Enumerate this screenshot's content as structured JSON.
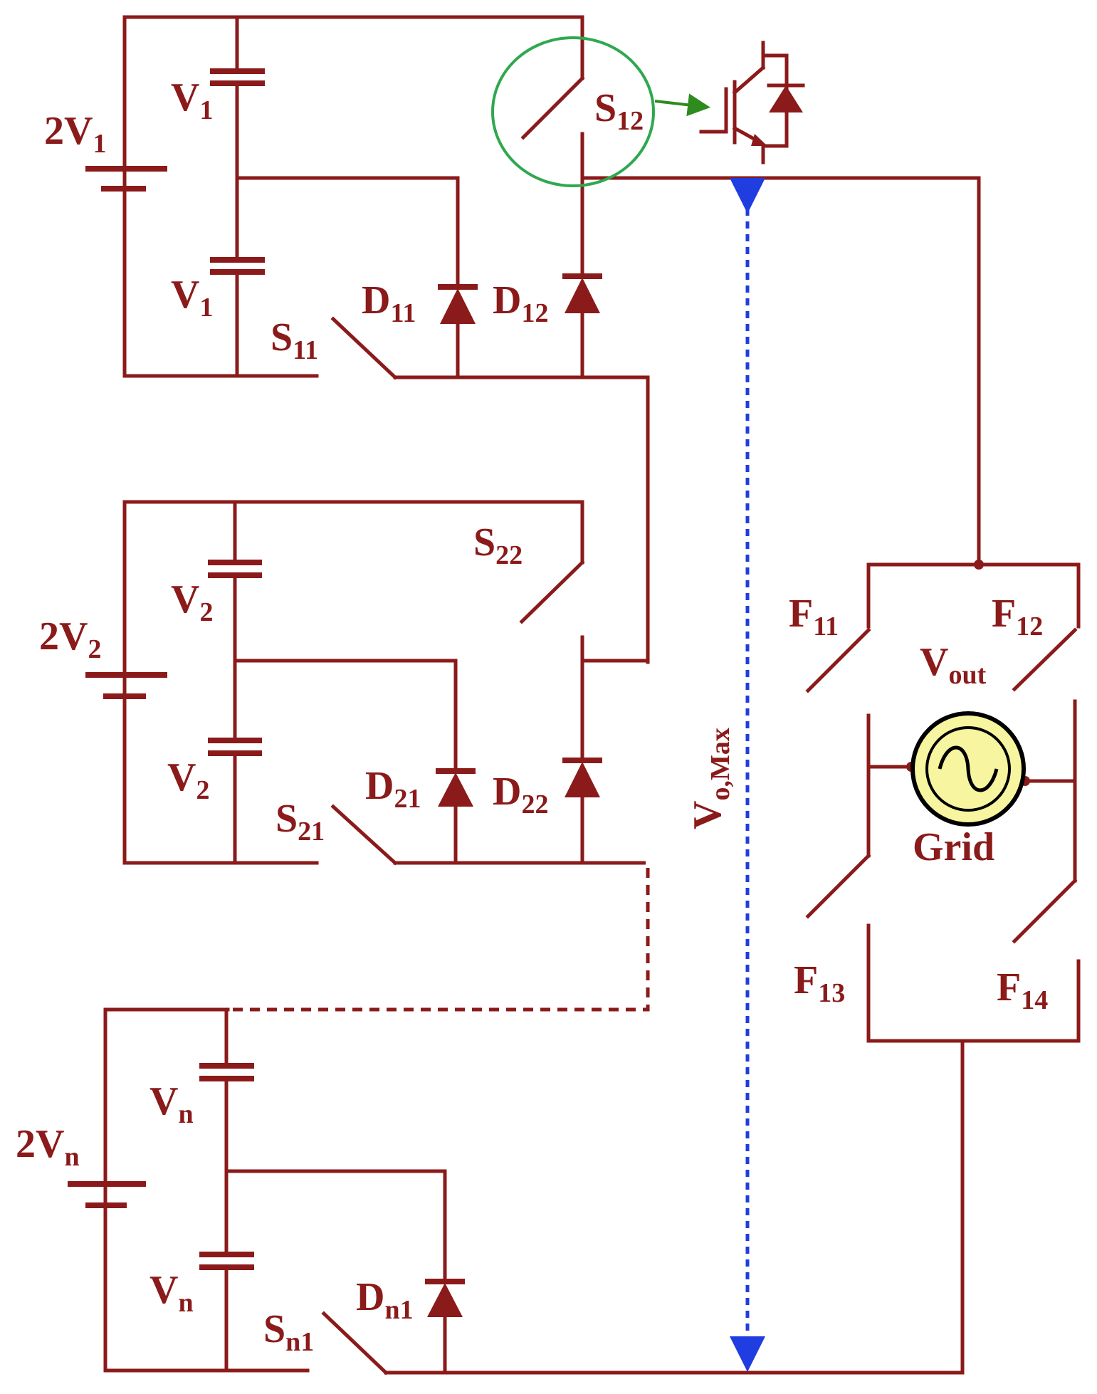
{
  "colors": {
    "wire": "#8b1a1a",
    "highlight": "#2fa84f",
    "arrow": "#2e8b1e",
    "dimension": "#1f3de0",
    "grid_fill": "#f7f5a0"
  },
  "labels": {
    "s1_source": {
      "main": "2V",
      "sub": "1"
    },
    "s1_cap_top": {
      "main": "V",
      "sub": "1"
    },
    "s1_cap_bot": {
      "main": "V",
      "sub": "1"
    },
    "s1_switch_a": {
      "main": "S",
      "sub": "11"
    },
    "s1_switch_b": {
      "main": "S",
      "sub": "12"
    },
    "s1_diode_a": {
      "main": "D",
      "sub": "11"
    },
    "s1_diode_b": {
      "main": "D",
      "sub": "12"
    },
    "s2_source": {
      "main": "2V",
      "sub": "2"
    },
    "s2_cap_top": {
      "main": "V",
      "sub": "2"
    },
    "s2_cap_bot": {
      "main": "V",
      "sub": "2"
    },
    "s2_switch_a": {
      "main": "S",
      "sub": "21"
    },
    "s2_switch_b": {
      "main": "S",
      "sub": "22"
    },
    "s2_diode_a": {
      "main": "D",
      "sub": "21"
    },
    "s2_diode_b": {
      "main": "D",
      "sub": "22"
    },
    "sn_source": {
      "main": "2V",
      "sub": "n"
    },
    "sn_cap_top": {
      "main": "V",
      "sub": "n"
    },
    "sn_cap_bot": {
      "main": "V",
      "sub": "n"
    },
    "sn_switch": {
      "main": "S",
      "sub": "n1"
    },
    "sn_diode": {
      "main": "D",
      "sub": "n1"
    },
    "vo_max": {
      "main": "V",
      "sub": "o,Max"
    },
    "f11": {
      "main": "F",
      "sub": "11"
    },
    "f12": {
      "main": "F",
      "sub": "12"
    },
    "f13": {
      "main": "F",
      "sub": "13"
    },
    "f14": {
      "main": "F",
      "sub": "14"
    },
    "vout": {
      "main": "V",
      "sub": "out"
    },
    "grid": "Grid"
  }
}
